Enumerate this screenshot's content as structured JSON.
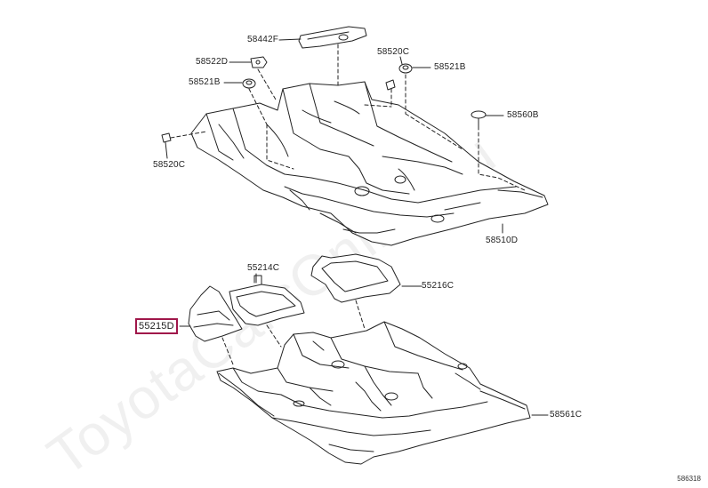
{
  "watermark": "ToyotaCarsOnline.ru",
  "figure_code": "586318",
  "highlight_color": "#a0174a",
  "parts": [
    {
      "id": "p58442F",
      "label": "58442F"
    },
    {
      "id": "p58522D",
      "label": "58522D"
    },
    {
      "id": "p58520C_top",
      "label": "58520C"
    },
    {
      "id": "p58521B_right",
      "label": "58521B"
    },
    {
      "id": "p58521B_left",
      "label": "58521B"
    },
    {
      "id": "p58560B",
      "label": "58560B"
    },
    {
      "id": "p58520C_left",
      "label": "58520C"
    },
    {
      "id": "p58510D",
      "label": "58510D"
    },
    {
      "id": "p55214C",
      "label": "55214C"
    },
    {
      "id": "p55216C",
      "label": "55216C"
    },
    {
      "id": "p55215D",
      "label": "55215D",
      "highlighted": true
    },
    {
      "id": "p58561C",
      "label": "58561C"
    }
  ]
}
